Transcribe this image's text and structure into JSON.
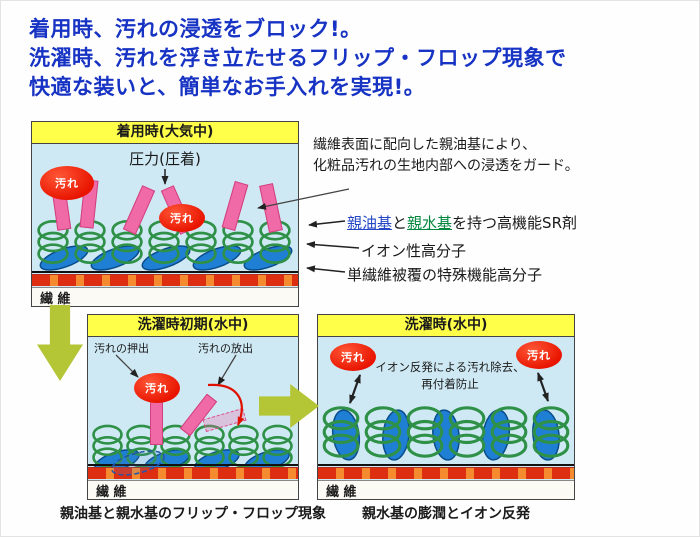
{
  "colors": {
    "headline": "#1733c4",
    "title-yellow": "#ffff4a",
    "panel-blue": "#cfe9f4",
    "stain-red": "#e81400",
    "bar-pink": "#f06aa7",
    "coil-green": "#2e9147",
    "oval-blue": "#1f7fd4",
    "fabric-orange": "#f68a2e",
    "fabric-red": "#de2e12",
    "arrow-green": "#b4c636",
    "oleophilic-blue": "#2347c5",
    "hydrophilic-green": "#00873c",
    "ink": "#1a1a1a"
  },
  "header": {
    "line1": "着用時、汚れの浸透をブロック!。",
    "line2": "洗濯時、汚れを浮き立たせるフリップ・フロップ現象で",
    "line3": "快適な装いと、簡単なお手入れを実現!。"
  },
  "note": {
    "line1": "繊維表面に配向した親油基により、",
    "line2": "化粧品汚れの生地内部への浸透をガード。"
  },
  "legend": {
    "sr_oleophilic": "親油基",
    "sr_and": "と",
    "sr_hydrophilic": "親水基",
    "sr_rest": "を持つ高機能SR剤",
    "ion_polymer": "イオン性高分子",
    "special_polymer": "単繊維被覆の特殊機能高分子"
  },
  "panels": {
    "wear": {
      "title": "着用時(大気中)",
      "pressure": "圧力(圧着)",
      "stain": "汚れ",
      "fiber": "繊 維"
    },
    "wash_initial": {
      "title": "洗濯時初期(水中)",
      "push": "汚れの押出",
      "release": "汚れの放出",
      "stain": "汚れ",
      "fiber": "繊 維",
      "caption": "親油基と親水基のフリップ・フロップ現象"
    },
    "wash": {
      "title": "洗濯時(水中)",
      "ion_line1": "イオン反発による汚れ除去、",
      "ion_line2": "再付着防止",
      "stain": "汚れ",
      "fiber": "繊 維",
      "caption": "親水基の膨潤とイオン反発"
    }
  }
}
